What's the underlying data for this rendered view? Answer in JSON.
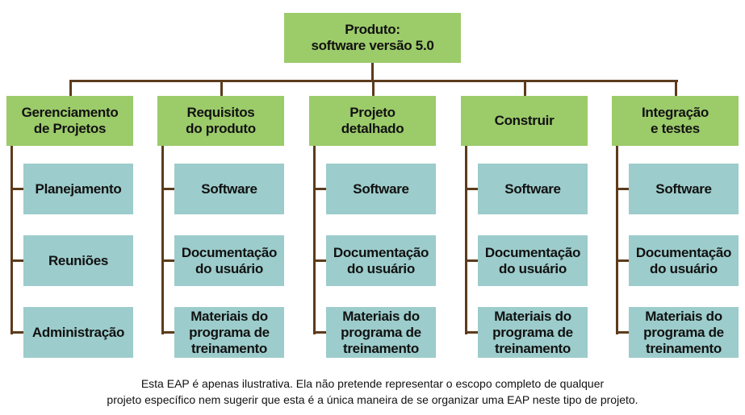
{
  "root": {
    "label": "Produto:\nsoftware versão 5.0"
  },
  "branches": [
    {
      "label": "Gerenciamento\nde Projetos",
      "children": [
        "Planejamento",
        "Reuniões",
        "Administração"
      ]
    },
    {
      "label": "Requisitos\ndo produto",
      "children": [
        "Software",
        "Documentação\ndo usuário",
        "Materiais do\nprograma de\ntreinamento"
      ]
    },
    {
      "label": "Projeto\ndetalhado",
      "children": [
        "Software",
        "Documentação\ndo usuário",
        "Materiais do\nprograma de\ntreinamento"
      ]
    },
    {
      "label": "Construir",
      "children": [
        "Software",
        "Documentação\ndo usuário",
        "Materiais do\nprograma de\ntreinamento"
      ]
    },
    {
      "label": "Integração\ne testes",
      "children": [
        "Software",
        "Documentação\ndo usuário",
        "Materiais do\nprograma de\ntreinamento"
      ]
    }
  ],
  "footnote": {
    "line1": "Esta EAP é apenas ilustrativa. Ela não pretende representar o escopo completo de qualquer",
    "line2": "projeto específico nem sugerir que esta é a única maneira de se organizar uma EAP neste tipo de projeto."
  },
  "colors": {
    "level1": "#9ccb6a",
    "level2": "#9ccccb",
    "connector": "#5c3b1c"
  }
}
